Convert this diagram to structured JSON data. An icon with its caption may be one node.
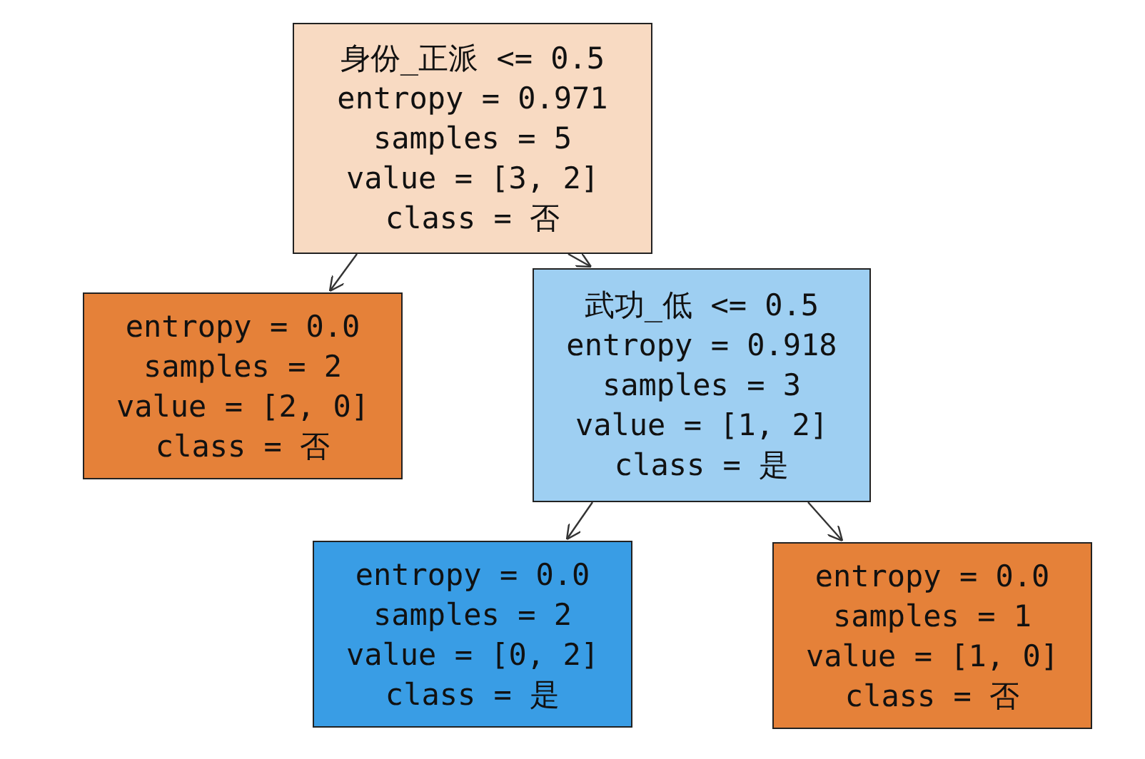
{
  "diagram": {
    "nodes": [
      {
        "text": [
          "身份_正派 <= 0.5",
          "entropy = 0.971",
          "samples = 5",
          "value = [3, 2]",
          "class = 否"
        ]
      },
      {
        "text": [
          "entropy = 0.0",
          "samples = 2",
          "value = [2, 0]",
          "class = 否"
        ]
      },
      {
        "text": [
          "武功_低 <= 0.5",
          "entropy = 0.918",
          "samples = 3",
          "value = [1, 2]",
          "class = 是"
        ]
      },
      {
        "text": [
          "entropy = 0.0",
          "samples = 2",
          "value = [0, 2]",
          "class = 是"
        ]
      },
      {
        "text": [
          "entropy = 0.0",
          "samples = 1",
          "value = [1, 0]",
          "class = 否"
        ]
      }
    ],
    "edges": [
      {
        "from": 0,
        "to": 1,
        "arrow": "to"
      },
      {
        "from": 0,
        "to": 2,
        "arrow": "to"
      },
      {
        "from": 2,
        "to": 3,
        "arrow": "to"
      },
      {
        "from": 2,
        "to": 4,
        "arrow": "to"
      }
    ]
  }
}
